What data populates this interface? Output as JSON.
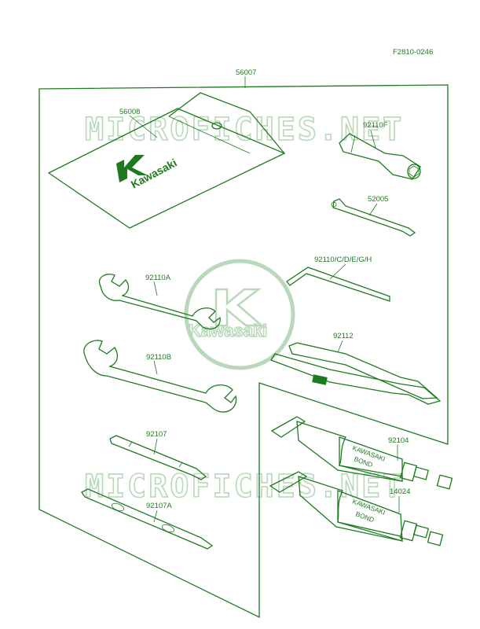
{
  "diagram_code": "F2810-0246",
  "watermark": "MICROFICHES.NET",
  "brand": {
    "name": "Kawasaki",
    "colors": {
      "line": "#1f7a1f",
      "watermark": "#b9d8b9",
      "logo_fill": "#1f7a1f"
    }
  },
  "parts": [
    {
      "id": "56007",
      "label": "56007"
    },
    {
      "id": "56008",
      "label": "56008"
    },
    {
      "id": "92110F",
      "label": "92110F"
    },
    {
      "id": "52005",
      "label": "52005"
    },
    {
      "id": "92110CDEGH",
      "label": "92110/C/D/E/G/H"
    },
    {
      "id": "92110A",
      "label": "92110A"
    },
    {
      "id": "92112",
      "label": "92112"
    },
    {
      "id": "92110B",
      "label": "92110B"
    },
    {
      "id": "92104",
      "label": "92104"
    },
    {
      "id": "92107",
      "label": "92107"
    },
    {
      "id": "14024",
      "label": "14024"
    },
    {
      "id": "92107A",
      "label": "92107A"
    }
  ],
  "tube_text": {
    "line1": "KAWASAKI",
    "line2": "BOND"
  }
}
